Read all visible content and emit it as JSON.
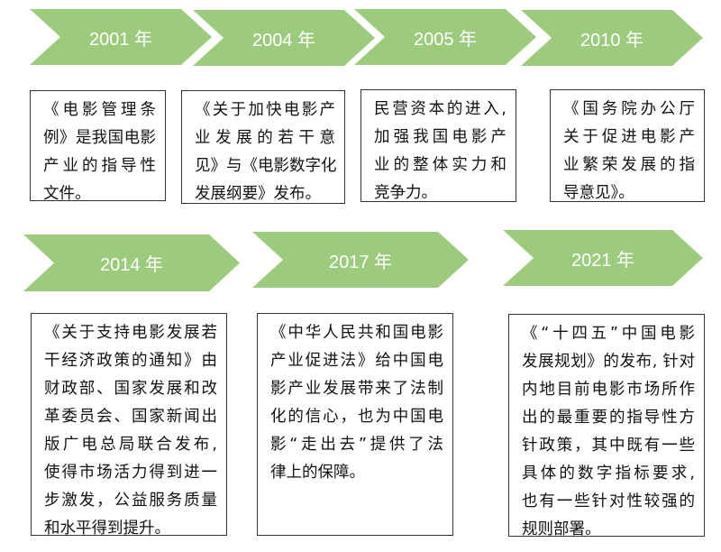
{
  "milestones": [
    {
      "year": "2001 年",
      "lines": [
        "《电影管理条",
        "例》是我国电影",
        "产业的指导性",
        "文件。"
      ]
    },
    {
      "year": "2004 年",
      "lines": [
        "《关于加快电影产",
        "业发展的若干意",
        "见》与《电影数字化",
        "发展纲要》发布。"
      ]
    },
    {
      "year": "2005 年",
      "lines": [
        "民营资本的进入,",
        "加强我国电影产",
        "业的整体实力和",
        "竞争力。"
      ]
    },
    {
      "year": "2010 年",
      "lines": [
        "《国务院办公厅",
        "关于促进电影产",
        "业繁荣发展的指",
        "导意见》。"
      ]
    },
    {
      "year": "2014 年",
      "lines": [
        "《关于支持电影发展若",
        "干经济政策的通知》由",
        "财政部、国家发展和改",
        "革委员会、国家新闻出",
        "版广电总局联合发布,",
        "使得市场活力得到进一",
        "步激发，公益服务质量",
        "和水平得到提升。"
      ]
    },
    {
      "year": "2017 年",
      "lines": [
        "《中华人民共和国电影",
        "产业促进法》给中国电",
        "影产业发展带来了法制",
        "化的信心，也为中国电",
        "影“走出去”提供了法",
        "律上的保障。"
      ]
    },
    {
      "year": "2021 年",
      "lines": [
        "《“十四五”中国电影",
        "发展规划》的发布, 针对",
        "内地目前电影市场所作",
        "出的最重要的指导性方",
        "针政策，其中既有一些",
        "具体的数字指标要求,",
        "也有一些针对性较强的",
        "规则部署。"
      ]
    }
  ],
  "colors": {
    "chevron": "#9ccb7e",
    "border": "#333333"
  }
}
